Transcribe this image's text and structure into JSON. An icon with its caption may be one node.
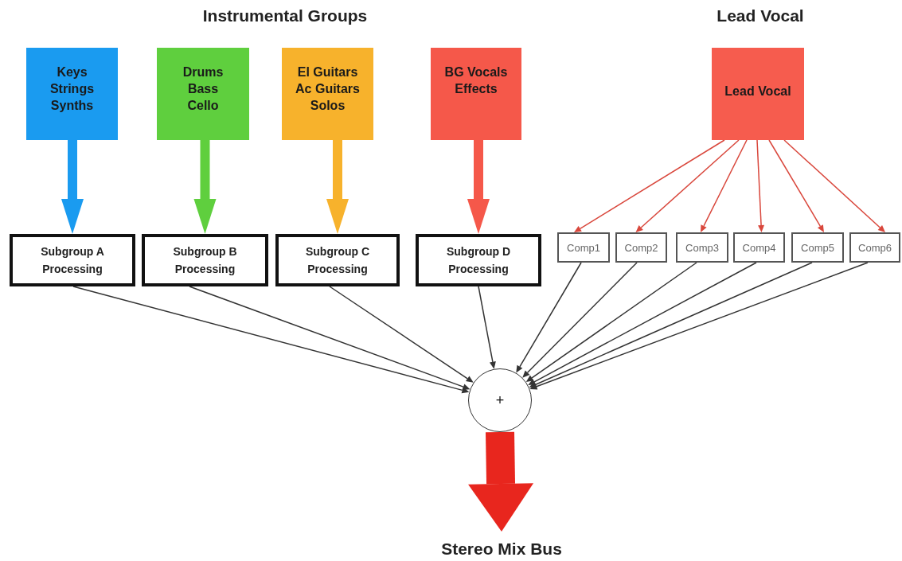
{
  "diagram": {
    "nodes": [
      {
        "text": [
          "Keys Strings Synths"
        ]
      },
      {
        "text": [
          "Drums Bass Cello"
        ]
      },
      {
        "text": [
          "El Guitars Ac Guitars Solos"
        ]
      },
      {
        "text": [
          "BG Vocals Effects"
        ]
      },
      {
        "text": [
          "Lead Vocal"
        ]
      },
      {
        "text": [
          "Subgroup A Processing"
        ]
      },
      {
        "text": [
          "Subgroup B Processing"
        ]
      },
      {
        "text": [
          "Subgroup C Processing"
        ]
      },
      {
        "text": [
          "Subgroup D Processing"
        ]
      },
      {
        "text": [
          "Comp1"
        ]
      },
      {
        "text": [
          "Comp2"
        ]
      },
      {
        "text": [
          "Comp3"
        ]
      },
      {
        "text": [
          "Comp4"
        ]
      },
      {
        "text": [
          "Comp5"
        ]
      },
      {
        "text": [
          "Comp6"
        ]
      },
      {
        "text": [
          "+"
        ]
      },
      {
        "text": [
          "Stereo Mix Bus"
        ]
      }
    ],
    "edges": [
      {
        "from": 0,
        "to": 5,
        "arrow": "to",
        "style": "thick",
        "color": "#1a9bf0"
      },
      {
        "from": 1,
        "to": 6,
        "arrow": "to",
        "style": "thick",
        "color": "#5fcf3e"
      },
      {
        "from": 2,
        "to": 7,
        "arrow": "to",
        "style": "thick",
        "color": "#f7b22c"
      },
      {
        "from": 3,
        "to": 8,
        "arrow": "to",
        "style": "thick",
        "color": "#f5584a"
      },
      {
        "from": 4,
        "to": 9,
        "arrow": "to",
        "color": "#d9473c"
      },
      {
        "from": 4,
        "to": 10,
        "arrow": "to",
        "color": "#d9473c"
      },
      {
        "from": 4,
        "to": 11,
        "arrow": "to",
        "color": "#d9473c"
      },
      {
        "from": 4,
        "to": 12,
        "arrow": "to",
        "color": "#d9473c"
      },
      {
        "from": 4,
        "to": 13,
        "arrow": "to",
        "color": "#d9473c"
      },
      {
        "from": 4,
        "to": 14,
        "arrow": "to",
        "color": "#d9473c"
      },
      {
        "from": 5,
        "to": 15,
        "arrow": "to"
      },
      {
        "from": 6,
        "to": 15,
        "arrow": "to"
      },
      {
        "from": 7,
        "to": 15,
        "arrow": "to"
      },
      {
        "from": 8,
        "to": 15,
        "arrow": "to"
      },
      {
        "from": 9,
        "to": 15,
        "arrow": "to"
      },
      {
        "from": 10,
        "to": 15,
        "arrow": "to"
      },
      {
        "from": 11,
        "to": 15,
        "arrow": "to"
      },
      {
        "from": 12,
        "to": 15,
        "arrow": "to"
      },
      {
        "from": 13,
        "to": 15,
        "arrow": "to"
      },
      {
        "from": 14,
        "to": 15,
        "arrow": "to"
      },
      {
        "from": 15,
        "to": 16,
        "arrow": "to",
        "style": "thick",
        "color": "#e8261e"
      }
    ],
    "labels": [
      "Instrumental Groups",
      "Lead Vocal"
    ]
  }
}
